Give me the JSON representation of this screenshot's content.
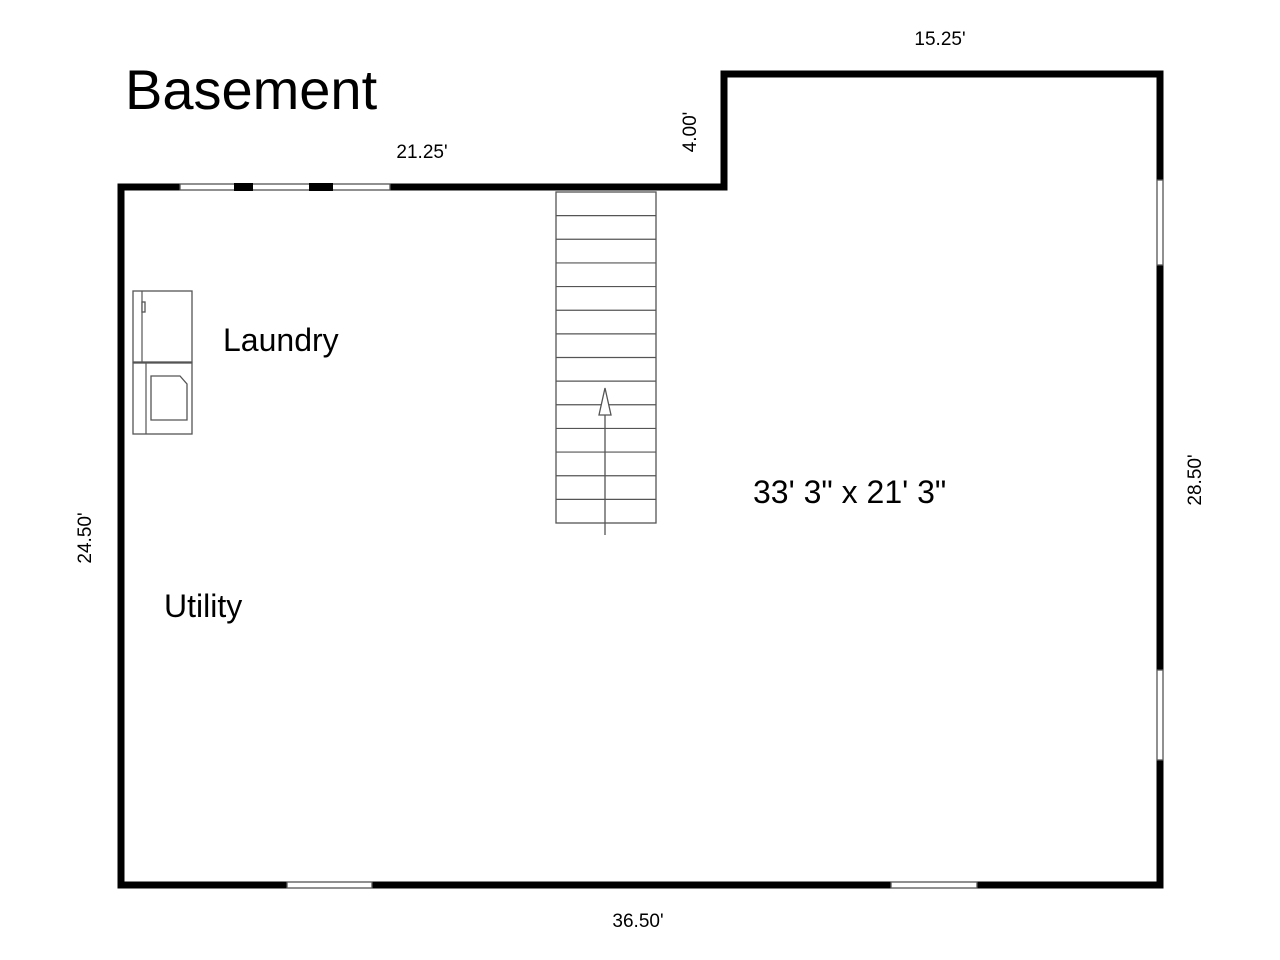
{
  "title": "Basement",
  "dimensions": {
    "top_left": "21.25'",
    "step": "4.00'",
    "top_right": "15.25'",
    "right": "28.50'",
    "left": "24.50'",
    "bottom": "36.50'"
  },
  "rooms": {
    "laundry": "Laundry",
    "utility": "Utility",
    "main_size": "33' 3\" x 21' 3\""
  }
}
